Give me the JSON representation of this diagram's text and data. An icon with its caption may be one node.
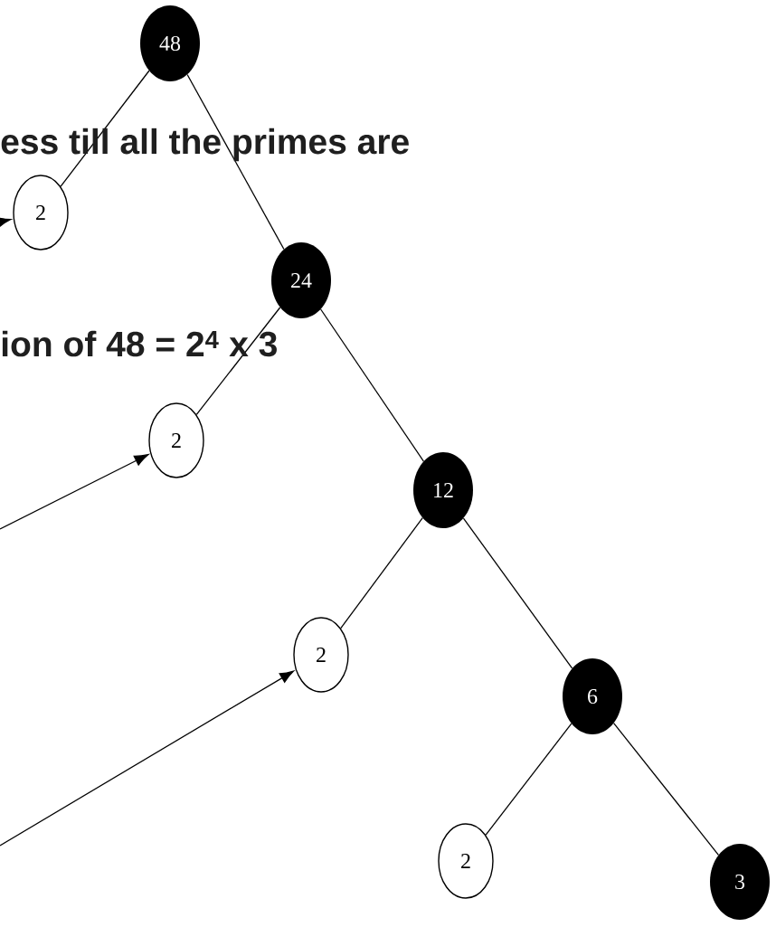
{
  "diagram": {
    "nodes": [
      {
        "text": [
          "48"
        ]
      },
      {
        "text": [
          "2"
        ]
      },
      {
        "text": [
          "24"
        ]
      },
      {
        "text": [
          "2"
        ]
      },
      {
        "text": [
          "12"
        ]
      },
      {
        "text": [
          "2"
        ]
      },
      {
        "text": [
          "6"
        ]
      },
      {
        "text": [
          "2"
        ]
      },
      {
        "text": [
          "3"
        ]
      }
    ],
    "edges": [
      {
        "from": 0,
        "to": 1,
        "arrow": "none"
      },
      {
        "from": 0,
        "to": 2,
        "arrow": "none"
      },
      {
        "from": 2,
        "to": 3,
        "arrow": "none"
      },
      {
        "from": 2,
        "to": 4,
        "arrow": "none"
      },
      {
        "from": 4,
        "to": 5,
        "arrow": "none"
      },
      {
        "from": 4,
        "to": 6,
        "arrow": "none"
      },
      {
        "from": 6,
        "to": 7,
        "arrow": "none"
      },
      {
        "from": 6,
        "to": 8,
        "arrow": "none"
      },
      {
        "from": null,
        "to": 1,
        "arrow": "to"
      },
      {
        "from": null,
        "to": 3,
        "arrow": "to"
      },
      {
        "from": null,
        "to": 5,
        "arrow": "to"
      }
    ],
    "labels": [
      "ess till all the primes are",
      "ion of 48 = 2$^{4}$ x 3"
    ]
  }
}
